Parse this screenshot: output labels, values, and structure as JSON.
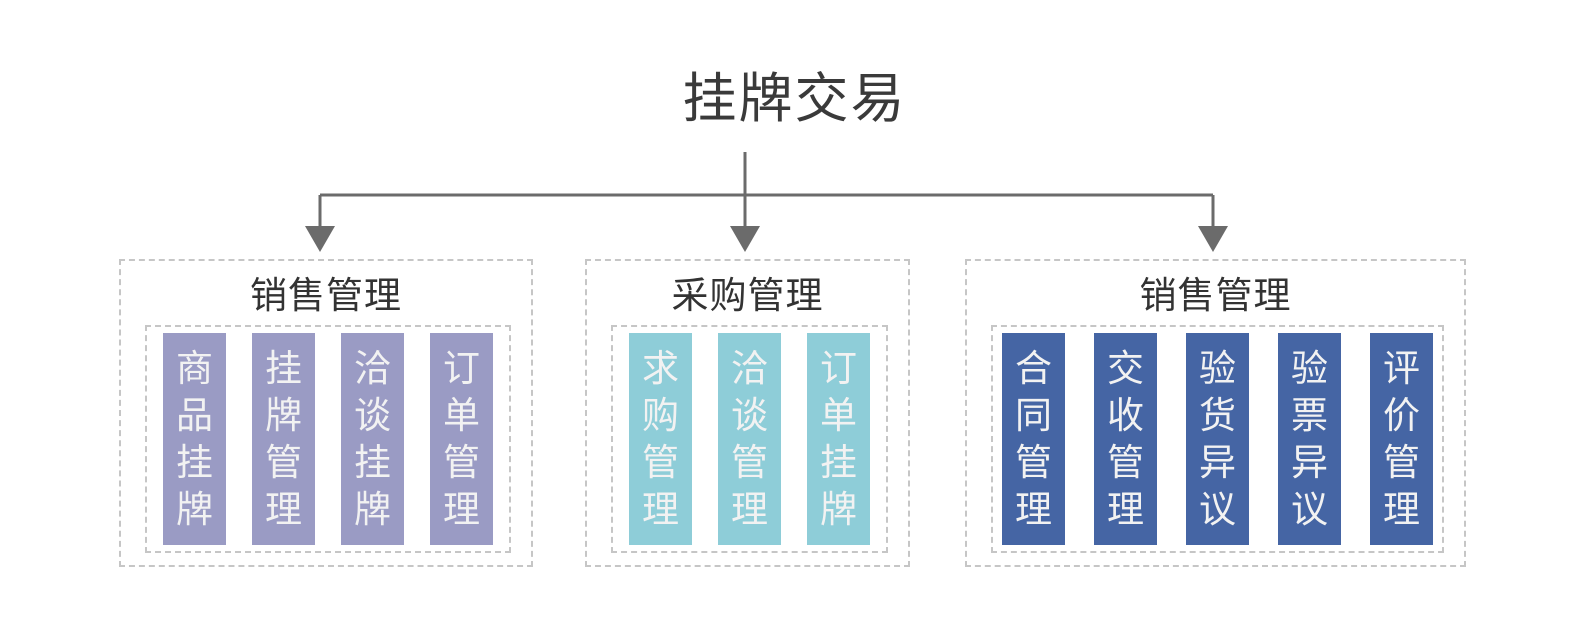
{
  "diagram": {
    "title": "挂牌交易",
    "colors": {
      "title_text": "#3a3a3a",
      "connector": "#6b6b6b",
      "dashed_border": "#c6c6c6",
      "group_1_card": "#9a9bc4",
      "group_2_card": "#8ecdd8",
      "group_3_card": "#4565a4",
      "card_text": "#f2f2f2",
      "background": "#ffffff"
    },
    "groups": [
      {
        "id": "group-sales-1",
        "title": "销售管理",
        "color": "#9a9bc4",
        "cards": [
          {
            "label": "商品挂牌"
          },
          {
            "label": "挂牌管理"
          },
          {
            "label": "洽谈挂牌"
          },
          {
            "label": "订单管理"
          }
        ]
      },
      {
        "id": "group-purchase",
        "title": "采购管理",
        "color": "#8ecdd8",
        "cards": [
          {
            "label": "求购管理"
          },
          {
            "label": "洽谈管理"
          },
          {
            "label": "订单挂牌"
          }
        ]
      },
      {
        "id": "group-sales-2",
        "title": "销售管理",
        "color": "#4565a4",
        "cards": [
          {
            "label": "合同管理"
          },
          {
            "label": "交收管理"
          },
          {
            "label": "验货异议"
          },
          {
            "label": "验票异议"
          },
          {
            "label": "评价管理"
          }
        ]
      }
    ]
  }
}
